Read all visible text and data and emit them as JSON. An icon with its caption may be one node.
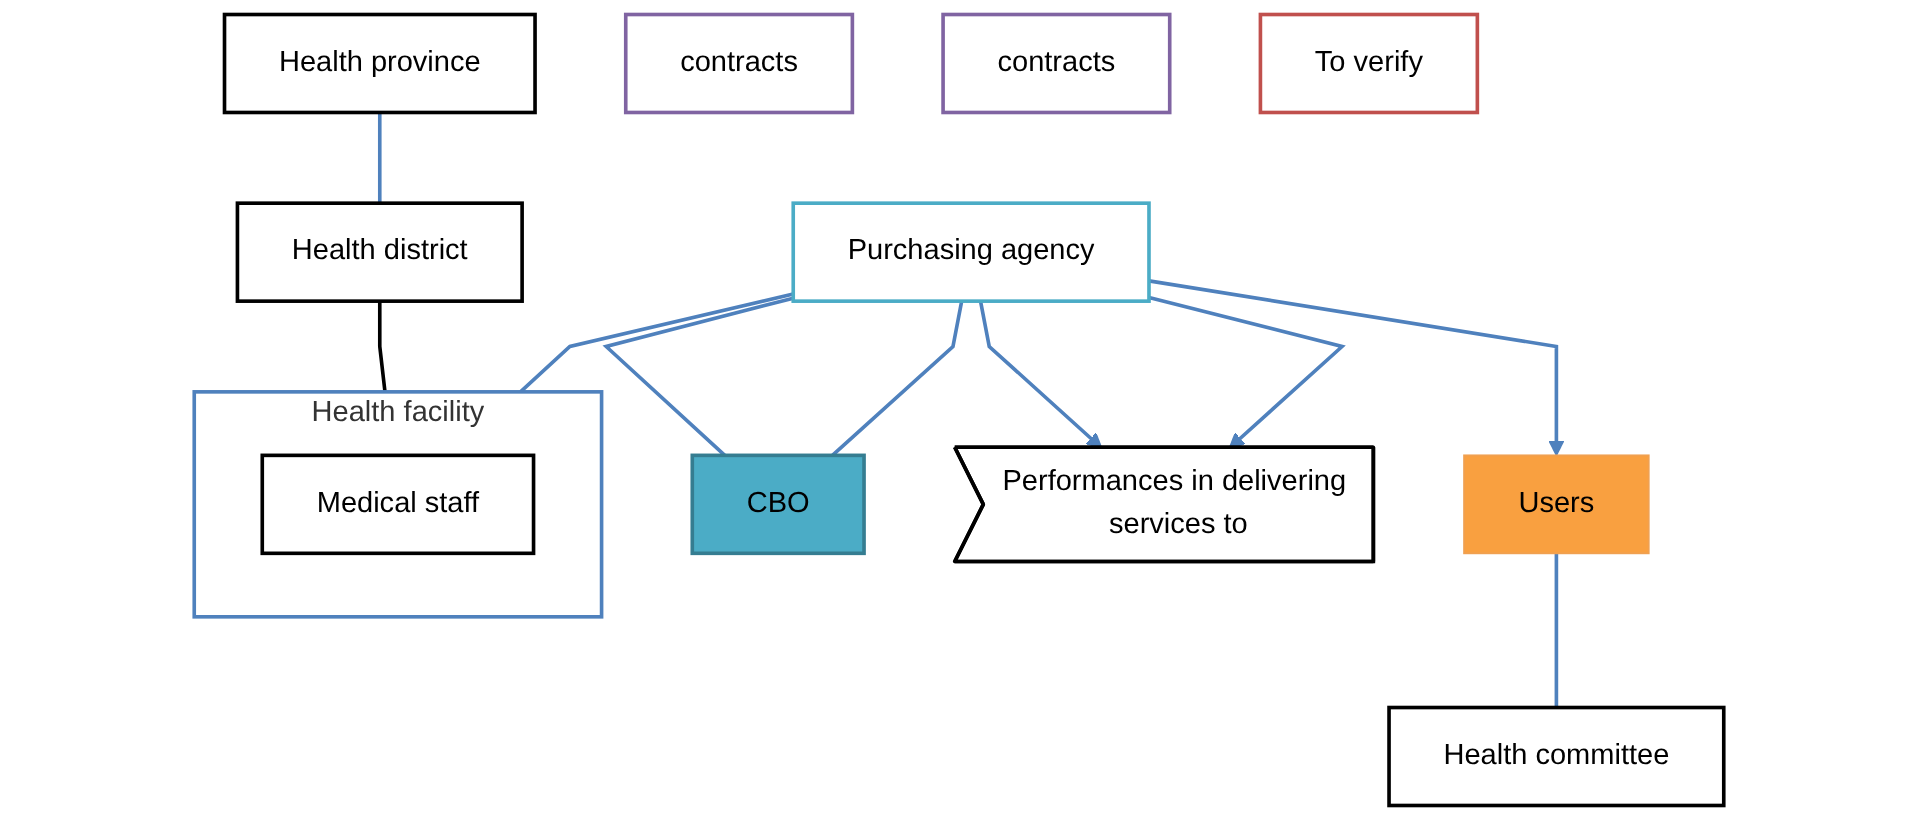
{
  "diagram": {
    "nodes": [
      {
        "text": [
          "Health province"
        ]
      },
      {
        "text": [
          "Health district"
        ]
      },
      {
        "text": [
          "Health facility"
        ]
      },
      {
        "text": [
          "Health committee"
        ]
      },
      {
        "text": [
          "Medical staff"
        ],
        "in": 2
      },
      {
        "text": [
          "Purchasing agency"
        ]
      },
      {
        "text": [
          "contracts"
        ]
      },
      {
        "text": [
          "contracts"
        ]
      },
      {
        "text": [
          "To verify"
        ]
      },
      {
        "text": [
          "CBO"
        ]
      },
      {
        "text": [
          "Performances in delivering services to"
        ]
      },
      {
        "text": [
          "Users"
        ]
      }
    ],
    "edges": [
      {
        "from": 0,
        "to": 1,
        "arrow": "none"
      },
      {
        "from": 1,
        "to": 2,
        "arrow": "none",
        "color": "#000000"
      },
      {
        "from": 5,
        "to": 2,
        "arrow": "none"
      },
      {
        "from": 5,
        "to": 10,
        "arrow": "to"
      },
      {
        "from": 5,
        "to": 9,
        "arrow": "none"
      },
      {
        "from": 5,
        "to": 9,
        "arrow": "none"
      },
      {
        "from": 5,
        "to": 10,
        "arrow": "to"
      },
      {
        "from": 5,
        "to": 11,
        "arrow": "to"
      },
      {
        "from": 11,
        "to": 3,
        "arrow": "none"
      }
    ]
  }
}
